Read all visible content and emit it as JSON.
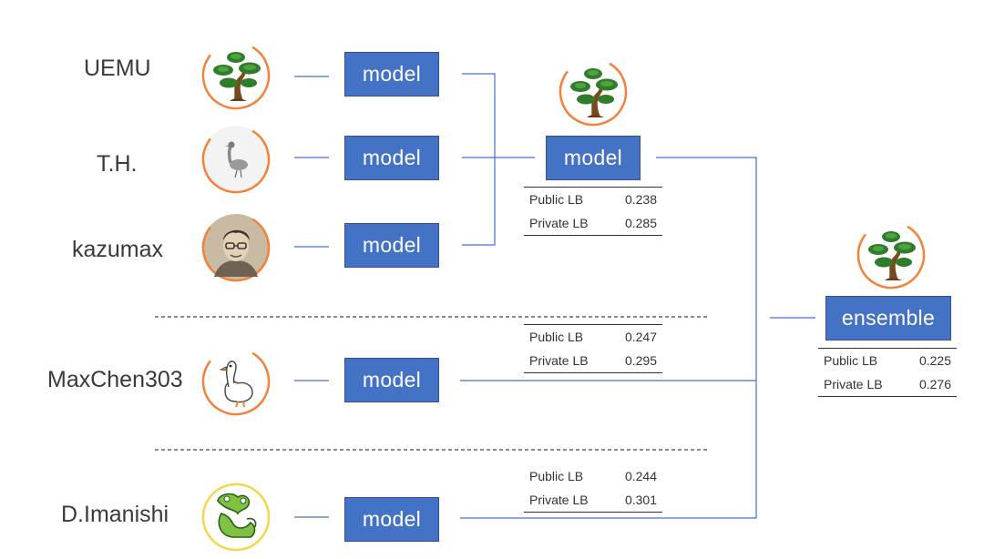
{
  "members": [
    {
      "name": "UEMU",
      "avatar": "bonsai-pine-tree-icon",
      "ring_color": "#f4813a"
    },
    {
      "name": "T.H.",
      "avatar": "grey-goose-icon",
      "ring_color": "#f4813a"
    },
    {
      "name": "kazumax",
      "avatar": "portrait-sketch-icon",
      "ring_color": "#f4813a"
    },
    {
      "name": "MaxChen303",
      "avatar": "white-goose-icon",
      "ring_color": "#f4813a"
    },
    {
      "name": "D.Imanishi",
      "avatar": "green-frog-icon",
      "ring_color": "#f2d64b"
    }
  ],
  "model_label": "model",
  "team_model": {
    "label": "model",
    "avatar": "bonsai-pine-tree-icon",
    "scores": {
      "public_label": "Public LB",
      "public": "0.238",
      "private_label": "Private LB",
      "private": "0.285"
    }
  },
  "maxchen_scores": {
    "public_label": "Public LB",
    "public": "0.247",
    "private_label": "Private LB",
    "private": "0.295"
  },
  "imanishi_scores": {
    "public_label": "Public LB",
    "public": "0.244",
    "private_label": "Private LB",
    "private": "0.301"
  },
  "ensemble": {
    "label": "ensemble",
    "avatar": "bonsai-pine-tree-icon",
    "scores": {
      "public_label": "Public LB",
      "public": "0.225",
      "private_label": "Private LB",
      "private": "0.276"
    }
  },
  "colors": {
    "box_fill": "#4472c4",
    "connector": "#4472c4",
    "text": "#3a3a3a",
    "ring_orange": "#f4813a",
    "ring_yellow": "#f2d64b"
  }
}
